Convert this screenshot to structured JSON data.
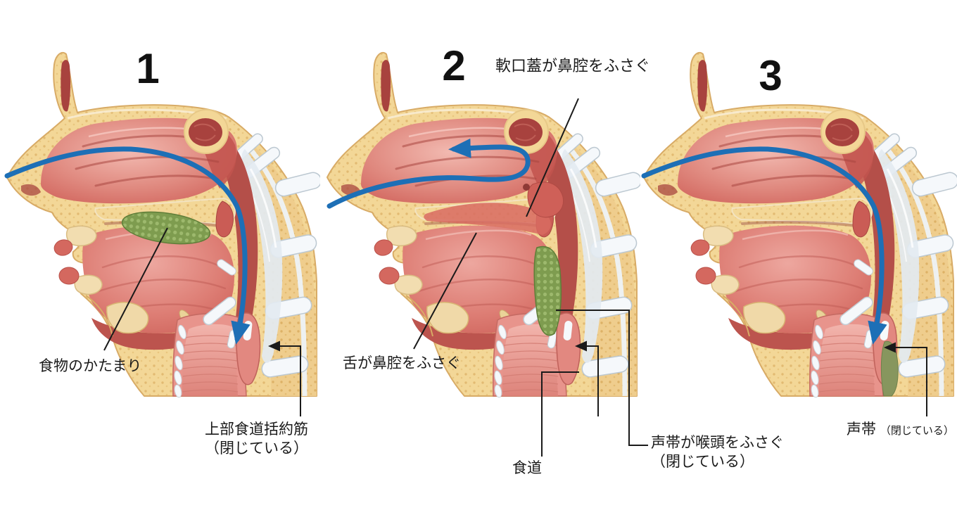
{
  "figure": {
    "title_semantic": "swallowing-process-3-stages",
    "panels": [
      {
        "number": "1"
      },
      {
        "number": "2"
      },
      {
        "number": "3"
      }
    ],
    "labels": {
      "food_bolus": "食物のかたまり",
      "upper_esophageal_sphincter_1": "上部食道括約筋",
      "upper_esophageal_sphincter_2": "（閉じている）",
      "soft_palate": "軟口蓋が鼻腔をふさぐ",
      "tongue": "舌が鼻腔をふさぐ",
      "esophagus": "食道",
      "vocal_cords_larynx_1": "声帯が喉頭をふさぐ",
      "vocal_cords_larynx_2": "（閉じている）",
      "vocal_cords": "声帯",
      "vocal_cords_note": "（閉じている）"
    },
    "colors": {
      "arrow_blue": "#1d6fb6",
      "bolus_green": "#7e9c4f",
      "bone_tan": "#f3d797",
      "muscle_red": "#d4685f",
      "annotation_black": "#1a1a1a",
      "background": "#ffffff"
    }
  }
}
